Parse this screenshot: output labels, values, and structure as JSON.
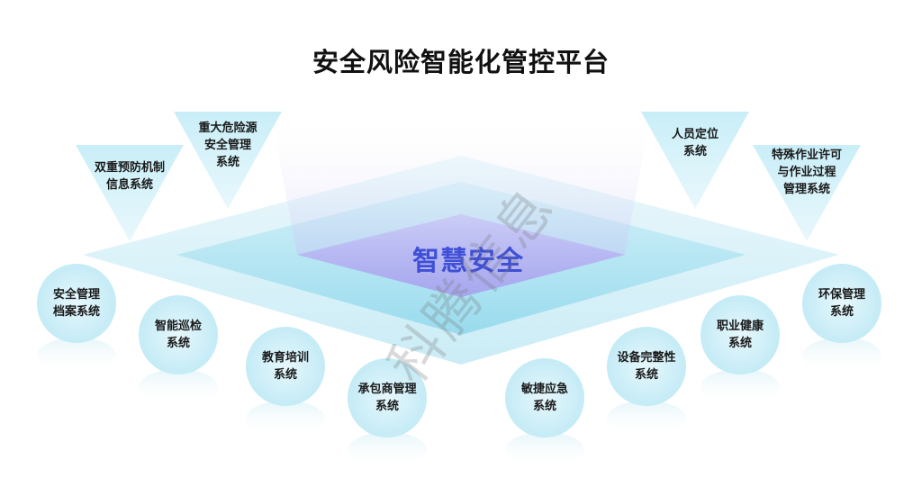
{
  "title": "安全风险智能化管控平台",
  "center": "智慧安全",
  "watermark": "科腾信息",
  "triangles": [
    {
      "id": "risk-prevention",
      "lines": [
        "双重预防机制",
        "信息系统"
      ]
    },
    {
      "id": "major-hazard",
      "lines": [
        "重大危险源",
        "安全管理",
        "系统"
      ]
    },
    {
      "id": "personnel-location",
      "lines": [
        "人员定位",
        "系统"
      ]
    },
    {
      "id": "special-work",
      "lines": [
        "特殊作业许可",
        "与作业过程",
        "管理系统"
      ]
    }
  ],
  "circles": [
    {
      "id": "safety-archive",
      "lines": [
        "安全管理",
        "档案系统"
      ]
    },
    {
      "id": "smart-patrol",
      "lines": [
        "智能巡检",
        "系统"
      ]
    },
    {
      "id": "training",
      "lines": [
        "教育培训",
        "系统"
      ]
    },
    {
      "id": "contractor",
      "lines": [
        "承包商管理",
        "系统"
      ]
    },
    {
      "id": "emergency",
      "lines": [
        "敏捷应急",
        "系统"
      ]
    },
    {
      "id": "equipment",
      "lines": [
        "设备完整性",
        "系统"
      ]
    },
    {
      "id": "occupational-health",
      "lines": [
        "职业健康",
        "系统"
      ]
    },
    {
      "id": "environment",
      "lines": [
        "环保管理",
        "系统"
      ]
    }
  ]
}
